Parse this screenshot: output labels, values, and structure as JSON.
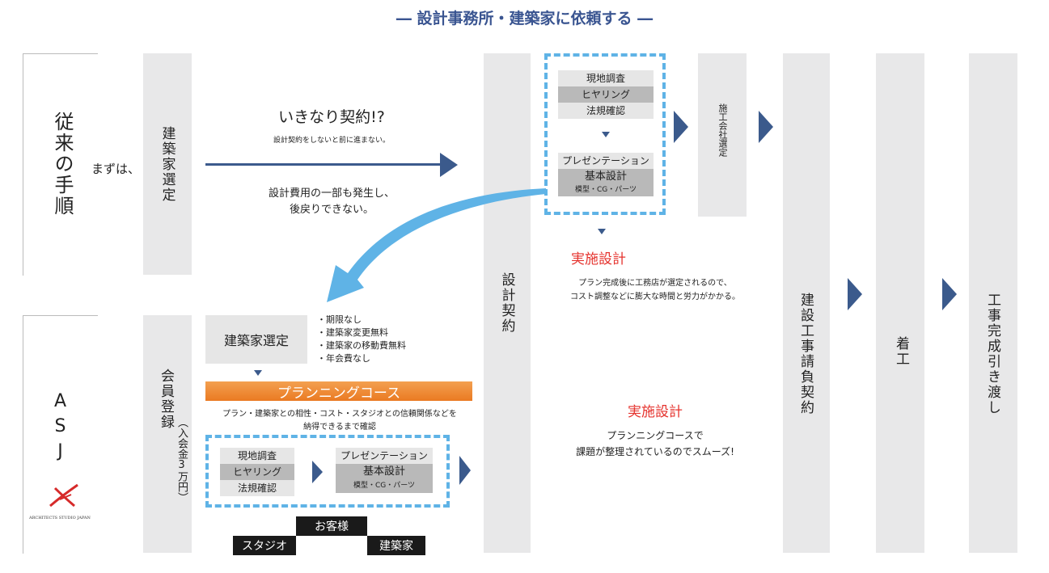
{
  "title": "― 設計事務所・建築家に依頼する ―",
  "left_labels": {
    "traditional": "従来の手順",
    "mazu": "まずは、",
    "asj": "ASJ",
    "logo_text": "ARCHITECTS STUDIO JAPAN"
  },
  "columns": {
    "kenchikuka_sentei": "建築家選定",
    "kaiin_touroku": "会員登録",
    "kaiin_touroku_note": "（入会金3万円）",
    "sekkei_keiyaku": "設計契約",
    "sekou_gaisha": "施工会社選定",
    "kensetsu_keiyaku": "建設工事請負契約",
    "chakkou": "着工",
    "hikiwatashi": "工事完成引き渡し"
  },
  "traditional": {
    "headline": "いきなり契約!?",
    "sub": "設計契約をしないと前に進まない。",
    "cost_line1": "設計費用の一部も発生し、",
    "cost_line2": "後戻りできない。",
    "jisshi_title": "実施設計",
    "jisshi_desc1": "プラン完成後に工務店が選定されるので、",
    "jisshi_desc2": "コスト調整などに膨大な時間と労力がかかる。"
  },
  "top_box": {
    "item1": "現地調査",
    "item2": "ヒヤリング",
    "item3": "法規確認",
    "item4": "プレゼンテーション",
    "item5": "基本設計",
    "item6": "模型・CG・パーツ"
  },
  "asj": {
    "kenchikuka_sentei": "建築家選定",
    "bullets": [
      "・期限なし",
      "・建築家変更無料",
      "・建築家の移動費無料",
      "・年会費なし"
    ],
    "course_label": "プランニングコース",
    "course_desc1": "プラン・建築家との相性・コスト・スタジオとの信頼関係などを",
    "course_desc2": "納得できるまで確認",
    "jisshi_title": "実施設計",
    "jisshi_desc1": "プランニングコースで",
    "jisshi_desc2": "課題が整理されているのでスムーズ!",
    "box": {
      "item1": "現地調査",
      "item2": "ヒヤリング",
      "item3": "法規確認",
      "item4": "プレゼンテーション",
      "item5": "基本設計",
      "item6": "模型・CG・パーツ"
    },
    "okyakusama": "お客様",
    "studio": "スタジオ",
    "kenchikuka": "建築家"
  },
  "colors": {
    "accent_blue": "#3b5a8c",
    "dash_blue": "#5fb3e6",
    "orange": "#ee7f2d",
    "red": "#e5322d",
    "column_gray": "#e8e8e9",
    "title_blue": "#3a5591"
  }
}
